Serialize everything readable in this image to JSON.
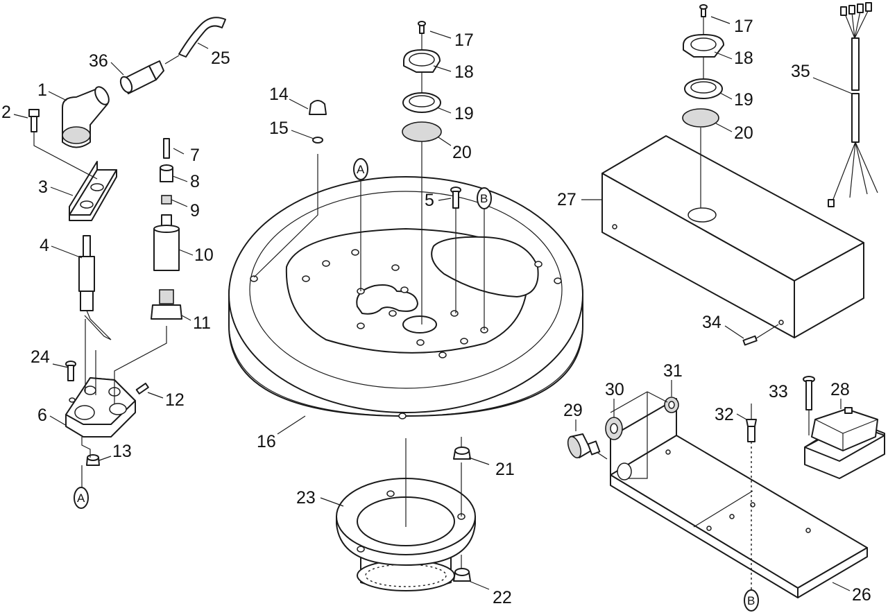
{
  "callouts": {
    "c1": "1",
    "c2": "2",
    "c3": "3",
    "c4": "4",
    "c5": "5",
    "c6": "6",
    "c7": "7",
    "c8": "8",
    "c9": "9",
    "c10": "10",
    "c11": "11",
    "c12": "12",
    "c13": "13",
    "c14": "14",
    "c15": "15",
    "c16": "16",
    "c17a": "17",
    "c17b": "17",
    "c18a": "18",
    "c18b": "18",
    "c19a": "19",
    "c19b": "19",
    "c20a": "20",
    "c20b": "20",
    "c21": "21",
    "c22": "22",
    "c23": "23",
    "c24": "24",
    "c25": "25",
    "c26": "26",
    "c27": "27",
    "c28": "28",
    "c29": "29",
    "c30": "30",
    "c31": "31",
    "c32": "32",
    "c33": "33",
    "c34": "34",
    "c35": "35",
    "c36": "36"
  },
  "refs": {
    "a1": "A",
    "a2": "A",
    "b1": "B",
    "b2": "B"
  }
}
